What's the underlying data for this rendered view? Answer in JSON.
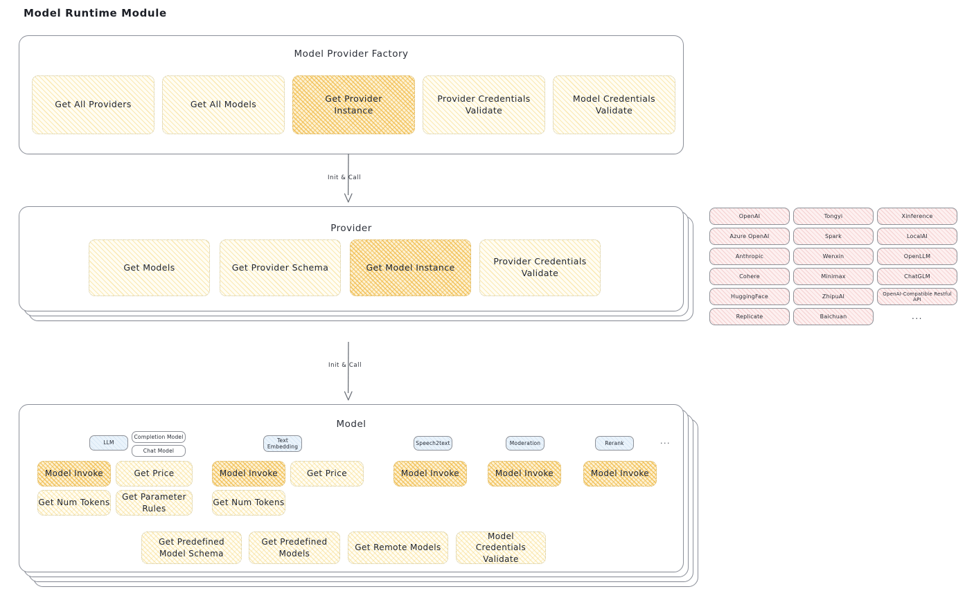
{
  "page": {
    "title": "Model Runtime Module"
  },
  "factory": {
    "title": "Model Provider Factory",
    "nodes": [
      {
        "label": "Get All Providers",
        "highlight": false
      },
      {
        "label": "Get All Models",
        "highlight": false
      },
      {
        "label": "Get Provider Instance",
        "highlight": true
      },
      {
        "label": "Provider Credentials Validate",
        "highlight": false
      },
      {
        "label": "Model Credentials Validate",
        "highlight": false
      }
    ]
  },
  "arrows": [
    {
      "label": "Init & Call"
    },
    {
      "label": "Init & Call"
    }
  ],
  "provider": {
    "title": "Provider",
    "nodes": [
      {
        "label": "Get Models",
        "highlight": false
      },
      {
        "label": "Get Provider Schema",
        "highlight": false
      },
      {
        "label": "Get Model Instance",
        "highlight": true
      },
      {
        "label": "Provider Credentials Validate",
        "highlight": false
      }
    ]
  },
  "provider_list": {
    "columns": [
      [
        "OpenAI",
        "Azure OpenAI",
        "Anthropic",
        "Cohere",
        "HuggingFace",
        "Replicate"
      ],
      [
        "Tongyi",
        "Spark",
        "Wenxin",
        "Minimax",
        "ZhipuAI",
        "Baichuan"
      ],
      [
        "Xinference",
        "LocalAI",
        "OpenLLM",
        "ChatGLM",
        "OpenAI-Compatible Restful API"
      ]
    ],
    "more": "..."
  },
  "model": {
    "title": "Model",
    "more": "...",
    "types": [
      {
        "name": "LLM",
        "sub_chips": [
          "Completion Model",
          "Chat Model"
        ],
        "nodes": [
          {
            "label": "Model Invoke",
            "highlight": true
          },
          {
            "label": "Get Price",
            "highlight": false
          },
          {
            "label": "Get Num Tokens",
            "highlight": false
          },
          {
            "label": "Get Parameter Rules",
            "highlight": false
          }
        ]
      },
      {
        "name": "Text Embedding",
        "sub_chips": [],
        "nodes": [
          {
            "label": "Model Invoke",
            "highlight": true
          },
          {
            "label": "Get Price",
            "highlight": false
          },
          {
            "label": "Get Num Tokens",
            "highlight": false
          }
        ]
      },
      {
        "name": "Speech2text",
        "sub_chips": [],
        "nodes": [
          {
            "label": "Model Invoke",
            "highlight": true
          }
        ]
      },
      {
        "name": "Moderation",
        "sub_chips": [],
        "nodes": [
          {
            "label": "Model Invoke",
            "highlight": true
          }
        ]
      },
      {
        "name": "Rerank",
        "sub_chips": [],
        "nodes": [
          {
            "label": "Model Invoke",
            "highlight": true
          }
        ]
      }
    ],
    "common_nodes": [
      {
        "label": "Get Predefined Model Schema"
      },
      {
        "label": "Get Predefined Models"
      },
      {
        "label": "Get Remote Models"
      },
      {
        "label": "Model Credentials Validate"
      }
    ]
  },
  "colors": {
    "highlight_fill": "#f0ba48",
    "lite_fill": "#f6d67c",
    "provider_chip": "#e28a8a",
    "type_chip": "#8cb4d7",
    "panel_border": "#8b8f99"
  }
}
